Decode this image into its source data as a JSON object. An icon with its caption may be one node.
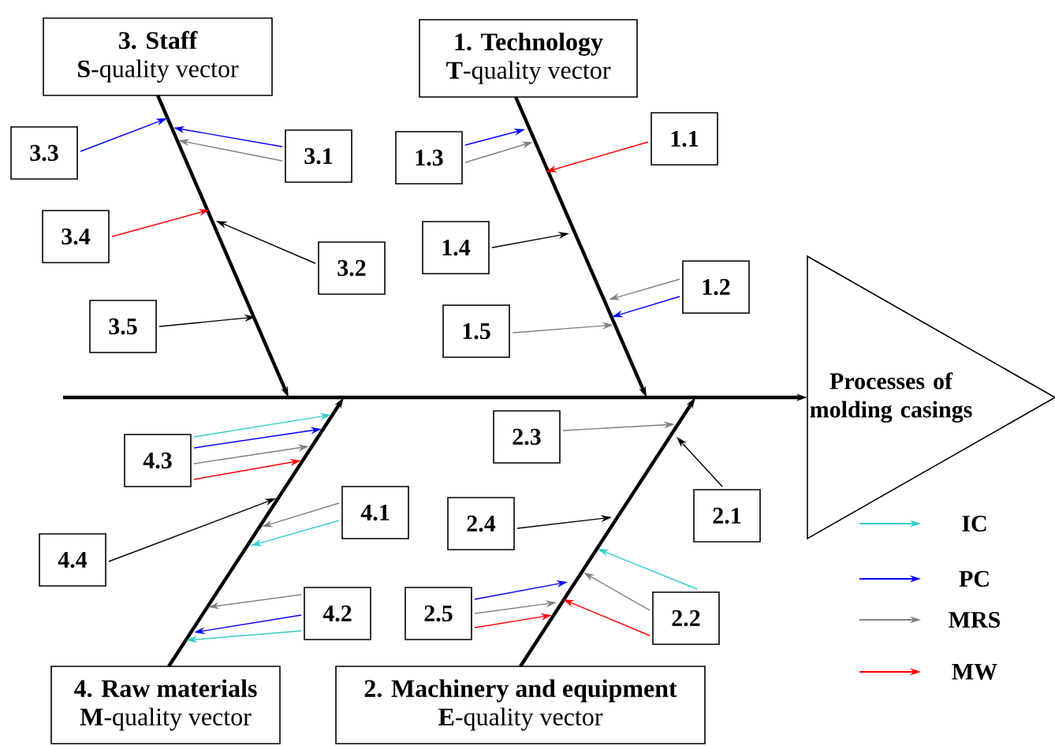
{
  "diagram": {
    "nodes": [
      {
        "text": [
          "3. Staff",
          "**S**-quality vector"
        ]
      },
      {
        "text": [
          "1. Technology",
          "**T**-quality vector"
        ]
      },
      {
        "text": [
          "Processes of molding casings"
        ]
      },
      {
        "text": [
          "4. Raw materials",
          "**M**-quality vector"
        ]
      },
      {
        "text": [
          "2. Machinery and equipment",
          "**E**-quality vector"
        ]
      },
      {
        "text": [
          "3.3"
        ]
      },
      {
        "text": [
          "3.1"
        ]
      },
      {
        "text": [
          "1.3"
        ]
      },
      {
        "text": [
          "1.1"
        ]
      },
      {
        "text": [
          "3.4"
        ]
      },
      {
        "text": [
          "3.2"
        ]
      },
      {
        "text": [
          "1.4"
        ]
      },
      {
        "text": [
          "1.2"
        ]
      },
      {
        "text": [
          "3.5"
        ]
      },
      {
        "text": [
          "1.5"
        ]
      },
      {
        "text": [
          "2.3"
        ]
      },
      {
        "text": [
          "4.3"
        ]
      },
      {
        "text": [
          "4.1"
        ]
      },
      {
        "text": [
          "2.1"
        ]
      },
      {
        "text": [
          "2.4"
        ]
      },
      {
        "text": [
          "4.4"
        ]
      },
      {
        "text": [
          "4.2"
        ]
      },
      {
        "text": [
          "2.5"
        ]
      },
      {
        "text": [
          "2.2"
        ]
      }
    ],
    "edges": [
      {
        "from": 0,
        "to": null,
        "arrow": "to",
        "style": "thick"
      },
      {
        "from": 1,
        "to": null,
        "arrow": "to",
        "style": "thick"
      },
      {
        "from": 3,
        "to": null,
        "arrow": "to",
        "style": "thick"
      },
      {
        "from": 4,
        "to": null,
        "arrow": "to",
        "style": "thick"
      },
      {
        "from": null,
        "to": 2,
        "arrow": "to",
        "style": "thick"
      },
      {
        "from": 5,
        "to": null,
        "arrow": "to",
        "color": "#0000ff"
      },
      {
        "from": 6,
        "to": null,
        "arrow": "to",
        "color": "#0000ff"
      },
      {
        "from": 6,
        "to": null,
        "arrow": "to",
        "color": "#808080"
      },
      {
        "from": 7,
        "to": null,
        "arrow": "to",
        "color": "#0000ff"
      },
      {
        "from": 7,
        "to": null,
        "arrow": "to",
        "color": "#808080"
      },
      {
        "from": 8,
        "to": null,
        "arrow": "to",
        "color": "#ff0000"
      },
      {
        "from": 9,
        "to": null,
        "arrow": "to",
        "color": "#ff0000"
      },
      {
        "from": 10,
        "to": null,
        "arrow": "to"
      },
      {
        "from": 11,
        "to": null,
        "arrow": "to"
      },
      {
        "from": 12,
        "to": null,
        "arrow": "to",
        "color": "#808080"
      },
      {
        "from": 12,
        "to": null,
        "arrow": "to",
        "color": "#0000ff"
      },
      {
        "from": 13,
        "to": null,
        "arrow": "to"
      },
      {
        "from": 14,
        "to": null,
        "arrow": "to",
        "color": "#808080"
      },
      {
        "from": 15,
        "to": null,
        "arrow": "to",
        "color": "#808080"
      },
      {
        "from": 16,
        "to": null,
        "arrow": "to",
        "color": "#33cccc"
      },
      {
        "from": 16,
        "to": null,
        "arrow": "to",
        "color": "#0000ff"
      },
      {
        "from": 16,
        "to": null,
        "arrow": "to",
        "color": "#808080"
      },
      {
        "from": 16,
        "to": null,
        "arrow": "to",
        "color": "#ff0000"
      },
      {
        "from": 17,
        "to": null,
        "arrow": "to",
        "color": "#808080"
      },
      {
        "from": 17,
        "to": null,
        "arrow": "to",
        "color": "#33cccc"
      },
      {
        "from": 18,
        "to": null,
        "arrow": "to"
      },
      {
        "from": 19,
        "to": null,
        "arrow": "to"
      },
      {
        "from": 20,
        "to": null,
        "arrow": "to"
      },
      {
        "from": 21,
        "to": null,
        "arrow": "to",
        "color": "#808080"
      },
      {
        "from": 21,
        "to": null,
        "arrow": "to",
        "color": "#0000ff"
      },
      {
        "from": 21,
        "to": null,
        "arrow": "to",
        "color": "#33cccc"
      },
      {
        "from": 22,
        "to": null,
        "arrow": "to",
        "color": "#0000ff"
      },
      {
        "from": 22,
        "to": null,
        "arrow": "to",
        "color": "#808080"
      },
      {
        "from": 22,
        "to": null,
        "arrow": "to",
        "color": "#ff0000"
      },
      {
        "from": 23,
        "to": null,
        "arrow": "to",
        "color": "#33cccc"
      },
      {
        "from": 23,
        "to": null,
        "arrow": "to",
        "color": "#808080"
      },
      {
        "from": 23,
        "to": null,
        "arrow": "to",
        "color": "#ff0000"
      }
    ],
    "legend": [
      {
        "text": "IC",
        "color": "#33cccc"
      },
      {
        "text": "PC",
        "color": "#0000ff"
      },
      {
        "text": "MRS",
        "color": "#808080"
      },
      {
        "text": "MW",
        "color": "#ff0000"
      }
    ]
  }
}
